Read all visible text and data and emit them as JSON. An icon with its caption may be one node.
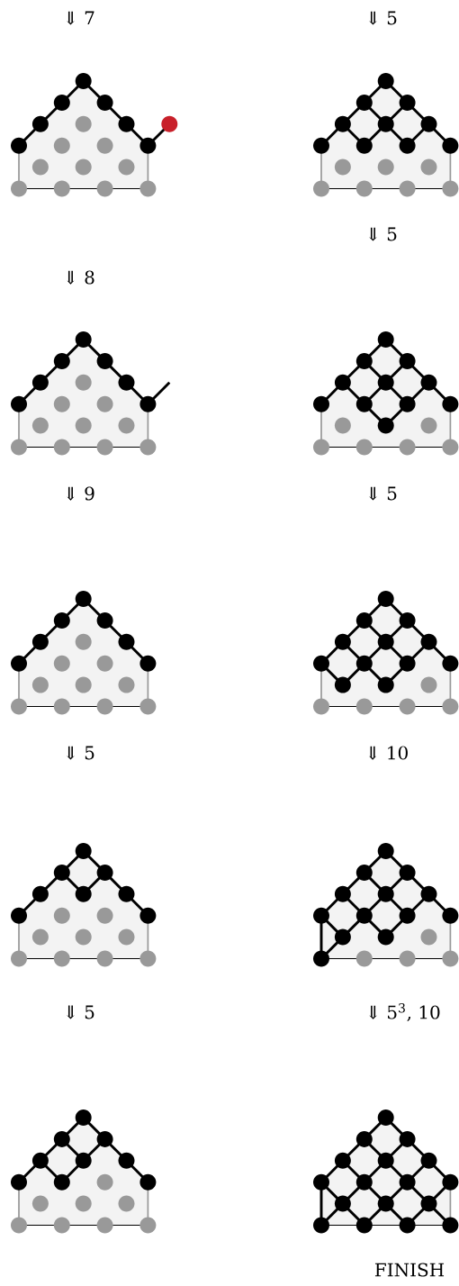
{
  "diagram": {
    "labels": [
      "⇓ 7",
      "⇓ 5",
      "⇓ 5",
      "⇓ 8",
      "⇓ 9",
      "⇓ 5",
      "⇓ 5",
      "⇓ 10",
      "⇓ 5",
      "⇓ 5$^{3}$, 10",
      "FINISH"
    ]
  }
}
